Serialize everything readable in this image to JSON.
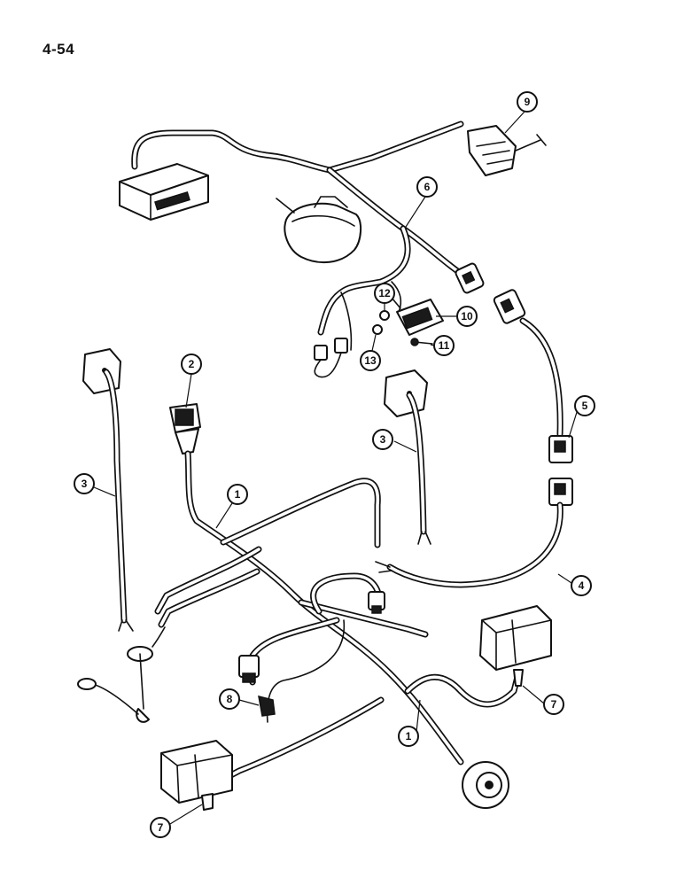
{
  "page": {
    "number": "4-54"
  },
  "callouts": [
    {
      "id": "c1a",
      "label": "1"
    },
    {
      "id": "c1b",
      "label": "1"
    },
    {
      "id": "c2",
      "label": "2"
    },
    {
      "id": "c3a",
      "label": "3"
    },
    {
      "id": "c3b",
      "label": "3"
    },
    {
      "id": "c4",
      "label": "4"
    },
    {
      "id": "c5",
      "label": "5"
    },
    {
      "id": "c6",
      "label": "6"
    },
    {
      "id": "c7a",
      "label": "7"
    },
    {
      "id": "c7b",
      "label": "7"
    },
    {
      "id": "c8",
      "label": "8"
    },
    {
      "id": "c9",
      "label": "9"
    },
    {
      "id": "c10",
      "label": "10"
    },
    {
      "id": "c11",
      "label": "11"
    },
    {
      "id": "c12",
      "label": "12"
    },
    {
      "id": "c13",
      "label": "13"
    }
  ]
}
